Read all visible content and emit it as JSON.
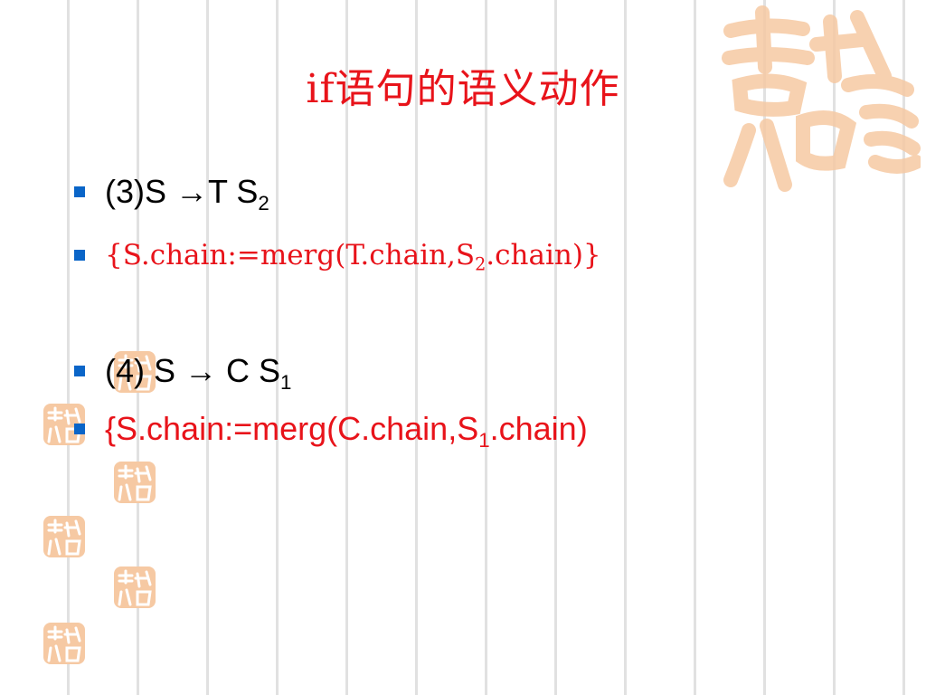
{
  "title": "if语句的语义动作",
  "items": [
    {
      "prefix": "(3)S →T S",
      "sub": "2",
      "suffix": ""
    },
    {
      "prefix": "{S.chain:=merg(T.chain,S",
      "sub": "2",
      "suffix": ".chain)}"
    },
    {
      "prefix": "(4) S → C S",
      "sub": "1",
      "suffix": ""
    },
    {
      "prefix": "{S.chain:=merg(C.chain,S",
      "sub": "1",
      "suffix": ".chain)"
    }
  ],
  "colors": {
    "title": "#e8131a",
    "bullet": "#0a65c8",
    "stamp": "#f3a878"
  }
}
